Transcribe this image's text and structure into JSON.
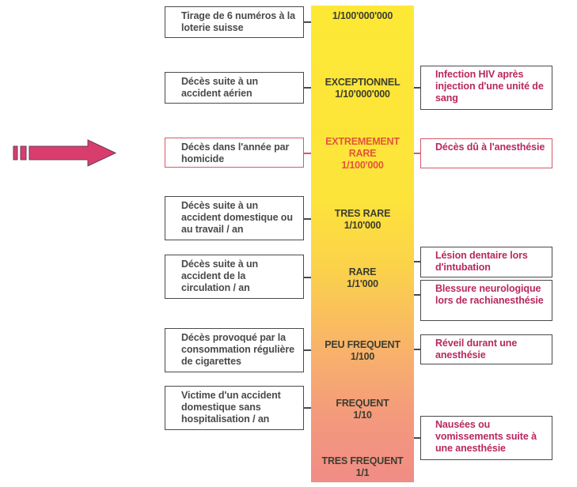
{
  "colors": {
    "scale_top": "#fde836",
    "scale_bottom": "#f08c86",
    "highlight": "#e2553a",
    "right_text": "#b8285e",
    "arrow": "#d93d6e"
  },
  "levels": [
    {
      "name": "",
      "rate": "1/100'000'000"
    },
    {
      "name": "EXCEPTIONNEL",
      "rate": "1/10'000'000"
    },
    {
      "name": "EXTREMEMENT RARE",
      "rate": "1/100'000"
    },
    {
      "name": "TRES RARE",
      "rate": "1/10'000"
    },
    {
      "name": "RARE",
      "rate": "1/1'000"
    },
    {
      "name": "PEU FREQUENT",
      "rate": "1/100"
    },
    {
      "name": "FREQUENT",
      "rate": "1/10"
    },
    {
      "name": "TRES FREQUENT",
      "rate": "1/1"
    }
  ],
  "level_display": {
    "extreme_line1": "EXTREMEMENT",
    "extreme_line2": "RARE"
  },
  "left_events": [
    {
      "text": "Tirage de 6 numéros à la loterie suisse"
    },
    {
      "text": "Décès suite à un accident aérien"
    },
    {
      "text": "Décès dans l'année par homicide"
    },
    {
      "text": "Décès suite à un accident domestique ou au travail / an"
    },
    {
      "text": "Décès suite à un accident de la circulation / an"
    },
    {
      "text": "Décès provoqué par la consommation régulière de cigarettes"
    },
    {
      "text": "Victime d'un accident domestique sans hospitalisation / an"
    }
  ],
  "right_events": [
    {
      "text": "Infection HIV après injection d'une unité de sang"
    },
    {
      "text": "Décès dû à l'anesthésie"
    },
    {
      "text": "Lésion dentaire lors d'intubation"
    },
    {
      "text": "Blessure neurologique lors de rachianesthésie"
    },
    {
      "text": "Réveil durant une anesthésie"
    },
    {
      "text": "Nausées ou vomissements suite à une anesthésie"
    }
  ],
  "pointer": {
    "icon": "right-arrow-icon",
    "points_to": "EXTREMEMENT RARE"
  }
}
